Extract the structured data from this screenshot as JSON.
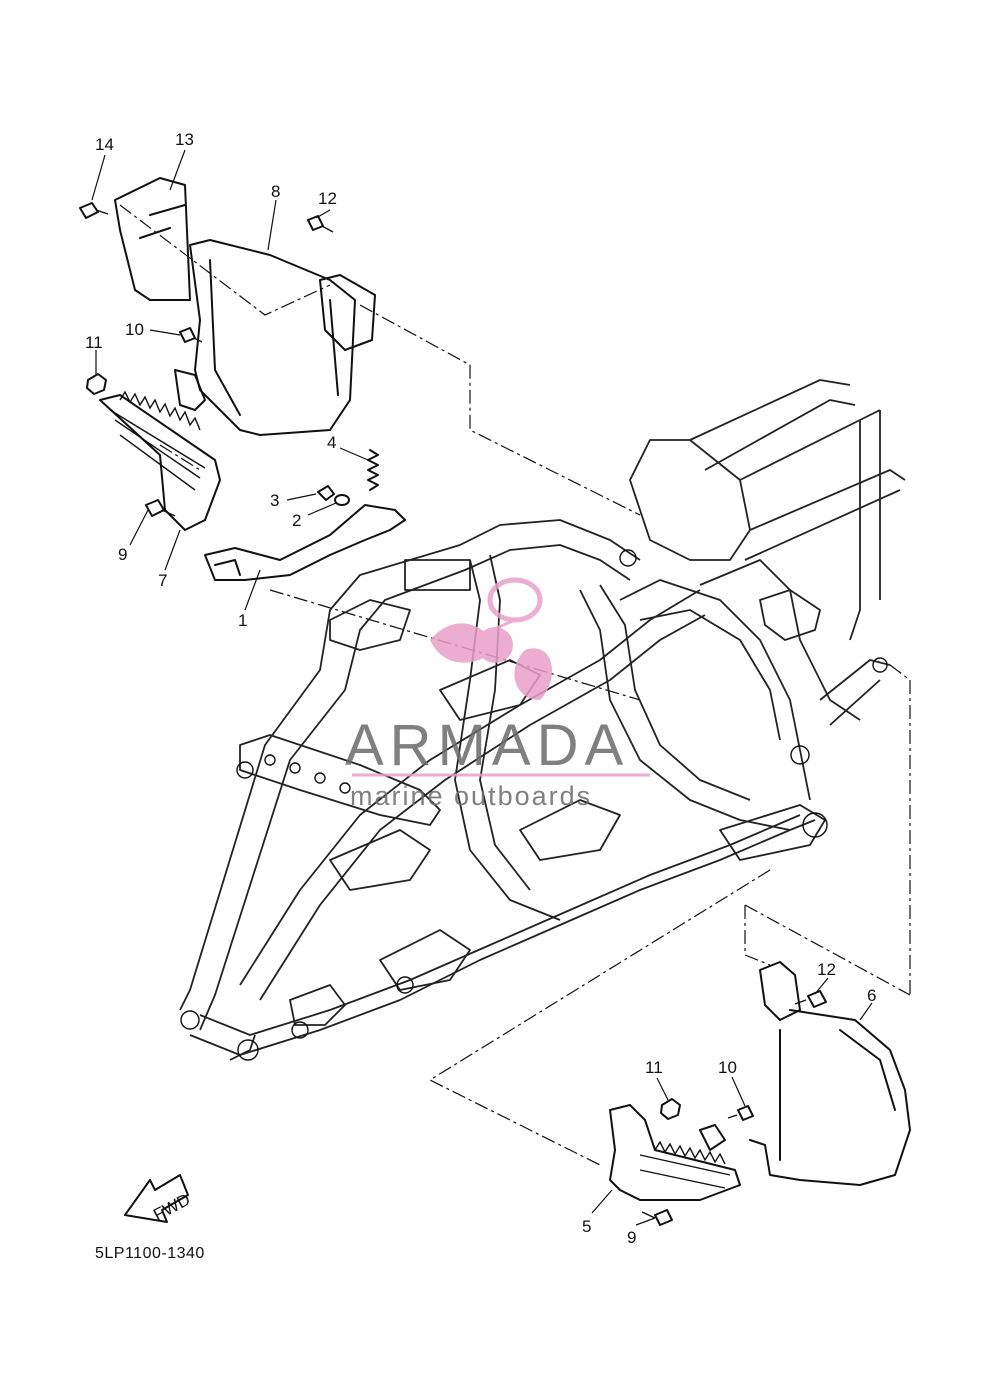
{
  "diagram": {
    "code": "5LP1100-1340",
    "fwd_label": "FWD",
    "watermark": {
      "brand": "ARMADA",
      "tagline": "marine outboards",
      "brand_color": "#6b6b6b",
      "accent_color": "#e8a0c8"
    },
    "labels": [
      {
        "id": "c14",
        "text": "14"
      },
      {
        "id": "c13",
        "text": "13"
      },
      {
        "id": "c8",
        "text": "8"
      },
      {
        "id": "c12a",
        "text": "12"
      },
      {
        "id": "c10a",
        "text": "10"
      },
      {
        "id": "c11a",
        "text": "11"
      },
      {
        "id": "c4",
        "text": "4"
      },
      {
        "id": "c3",
        "text": "3"
      },
      {
        "id": "c2",
        "text": "2"
      },
      {
        "id": "c9a",
        "text": "9"
      },
      {
        "id": "c7",
        "text": "7"
      },
      {
        "id": "c1",
        "text": "1"
      },
      {
        "id": "c12b",
        "text": "12"
      },
      {
        "id": "c6",
        "text": "6"
      },
      {
        "id": "c11b",
        "text": "11"
      },
      {
        "id": "c10b",
        "text": "10"
      },
      {
        "id": "c5",
        "text": "5"
      },
      {
        "id": "c9b",
        "text": "9"
      }
    ]
  }
}
